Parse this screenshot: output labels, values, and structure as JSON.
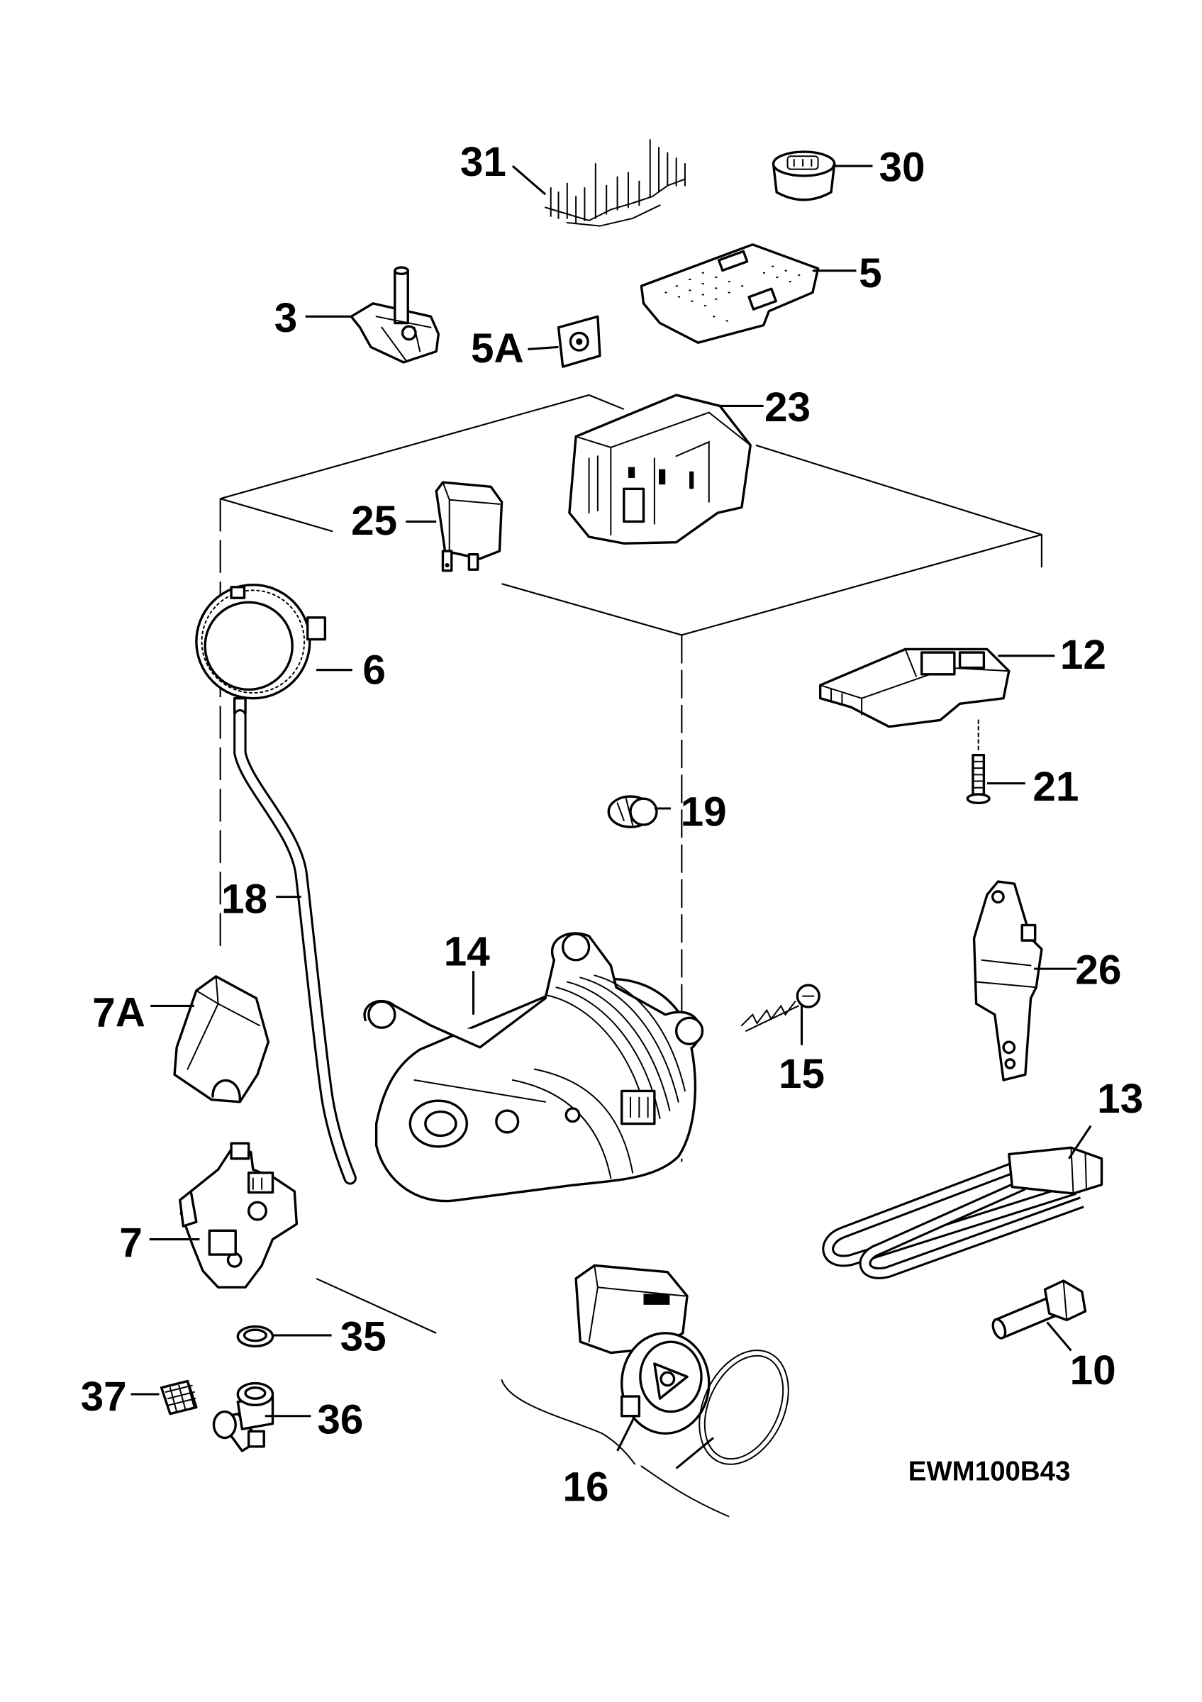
{
  "parts": {
    "p31": "31",
    "p30": "30",
    "p5": "5",
    "p3": "3",
    "p5a": "5A",
    "p23": "23",
    "p25": "25",
    "p6": "6",
    "p12": "12",
    "p21": "21",
    "p19": "19",
    "p18": "18",
    "p14": "14",
    "p7a": "7A",
    "p15": "15",
    "p26": "26",
    "p13": "13",
    "p7": "7",
    "p35": "35",
    "p37": "37",
    "p36": "36",
    "p16": "16",
    "p10": "10"
  },
  "model_code": "EWM100B43"
}
